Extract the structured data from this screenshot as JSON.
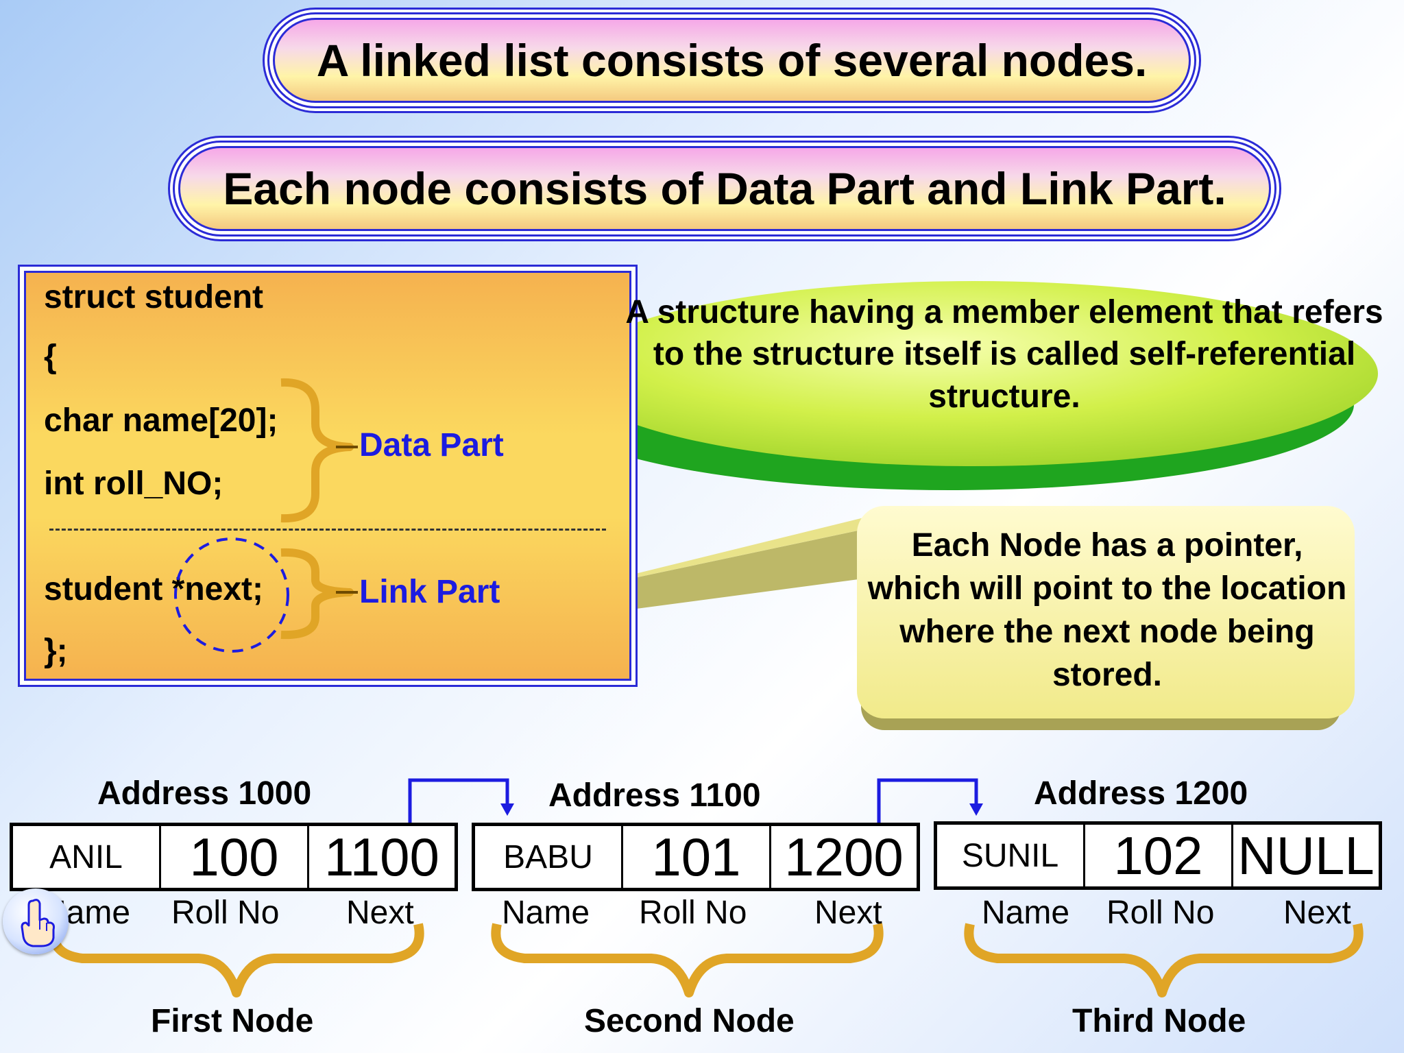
{
  "banners": {
    "line1": "A linked list consists of several nodes.",
    "line2": "Each node consists of Data Part and Link Part."
  },
  "code": {
    "lines": [
      "struct student",
      "{",
      "char name[20];",
      "int roll_NO;",
      "student *next;",
      "};"
    ],
    "data_part_label": "Data Part",
    "link_part_label": "Link Part"
  },
  "callouts": {
    "self_referential": "A structure having a member element that refers to the structure itself is called self-referential structure.",
    "pointer_note": "Each Node has a pointer, which will point to the location where the next node being stored."
  },
  "nodes": [
    {
      "address": "Address 1000",
      "name": "ANIL",
      "roll_no": "100",
      "next": "1100",
      "label": "First Node"
    },
    {
      "address": "Address 1100",
      "name": "BABU",
      "roll_no": "101",
      "next": "1200",
      "label": "Second Node"
    },
    {
      "address": "Address 1200",
      "name": "SUNIL",
      "roll_no": "102",
      "next": "NULL",
      "label": "Third Node"
    }
  ],
  "field_labels": {
    "name": "Name",
    "roll_no": "Roll No",
    "next": "Next"
  },
  "colors": {
    "banner_border": "#2b2bd6",
    "code_box": "#fbd85f",
    "label_blue": "#1c1ce0",
    "bubble_green": "#c8ee3a",
    "bubble_yellow": "#f6f3a0",
    "brace_gold": "#e0a526",
    "arrow_blue": "#1c1ce0"
  },
  "icons": [
    "pointing-hand-icon"
  ]
}
